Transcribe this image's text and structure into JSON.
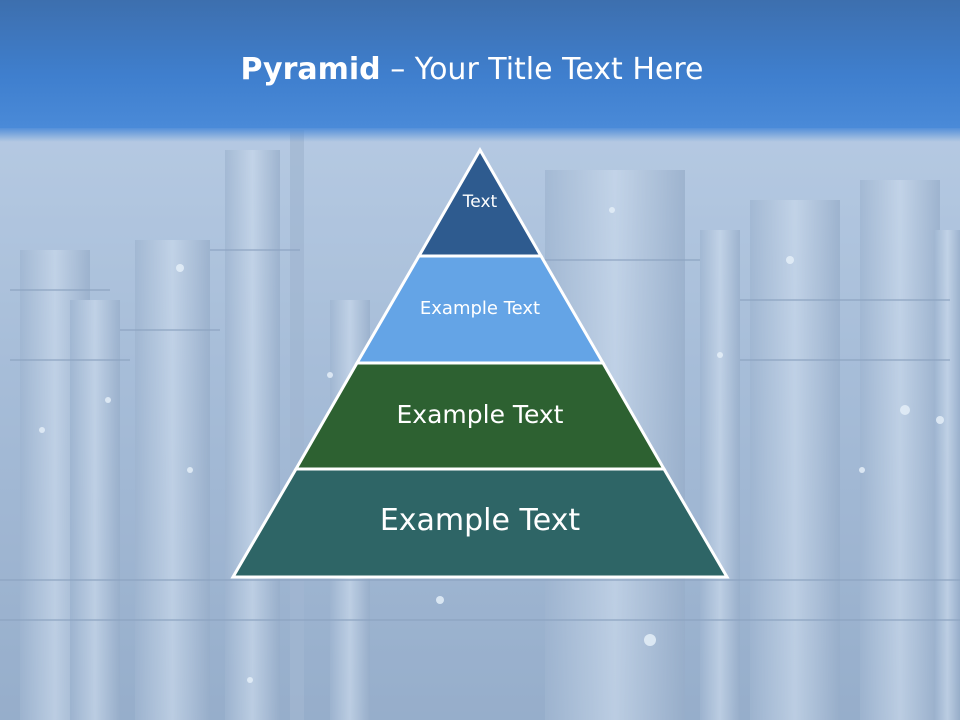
{
  "slide": {
    "title_bold": "Pyramid",
    "title_rest": " – Your Title Text Here"
  },
  "pyramid": {
    "tiers": [
      {
        "label": "Text",
        "color": "#2e5b8f"
      },
      {
        "label": "Example Text",
        "color": "#64a4e6"
      },
      {
        "label": "Example Text",
        "color": "#2d6131"
      },
      {
        "label": "Example Text",
        "color": "#2e6566"
      }
    ]
  },
  "colors": {
    "title_bar": "#3f7fce",
    "outline": "#ffffff"
  },
  "background": {
    "description_icon": "industrial-refinery-image"
  }
}
